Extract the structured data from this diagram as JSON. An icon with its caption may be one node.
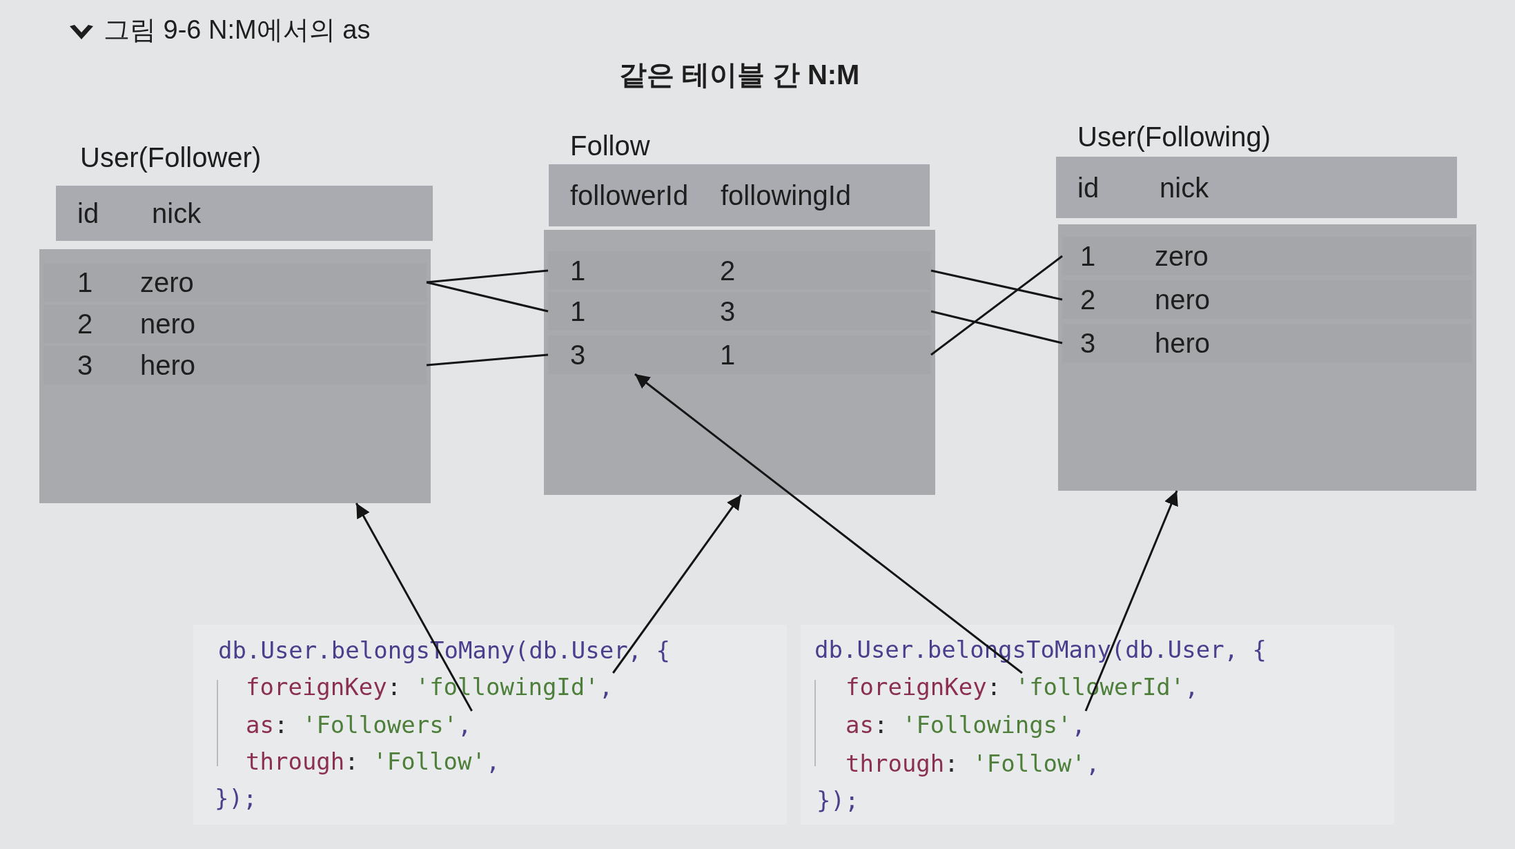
{
  "diagram": {
    "title": "그림 9-6 N:M에서의 as",
    "nodes": [
      {
        "text": [
          "User(Follower)",
          "id",
          "nick"
        ]
      },
      {
        "text": [],
        "shape": "box"
      },
      {
        "text": [
          "1",
          "zero"
        ],
        "in": 1
      },
      {
        "text": [
          "2",
          "nero"
        ],
        "in": 1
      },
      {
        "text": [
          "3",
          "hero"
        ],
        "in": 1
      },
      {
        "text": [
          "Follow",
          "followerId",
          "followingId"
        ]
      },
      {
        "text": [],
        "shape": "box"
      },
      {
        "text": [
          "1",
          "2"
        ],
        "in": 6
      },
      {
        "text": [
          "1",
          "3"
        ],
        "in": 6
      },
      {
        "text": [
          "3",
          "1"
        ],
        "in": 6
      },
      {
        "text": [
          "User(Following)",
          "id",
          "nick"
        ]
      },
      {
        "text": [],
        "shape": "box"
      },
      {
        "text": [
          "1",
          "zero"
        ],
        "in": 11
      },
      {
        "text": [
          "2",
          "nero"
        ],
        "in": 11
      },
      {
        "text": [
          "3",
          "hero"
        ],
        "in": 11
      },
      {
        "text": [],
        "shape": "box"
      },
      {
        "text": [
          "db.User.belongsToMany(db.User, {"
        ],
        "in": 15
      },
      {
        "text": [
          "foreignKey: 'followingId',"
        ],
        "in": 15
      },
      {
        "text": [
          "as: 'Followers',"
        ],
        "in": 15
      },
      {
        "text": [
          "through: 'Follow',"
        ],
        "in": 15
      },
      {
        "text": [
          "});"
        ],
        "in": 15
      },
      {
        "text": [],
        "shape": "box"
      },
      {
        "text": [
          "db.User.belongsToMany(db.User, {"
        ],
        "in": 21
      },
      {
        "text": [
          "foreignKey: 'followerId',"
        ],
        "in": 21
      },
      {
        "text": [
          "as: 'Followings',"
        ],
        "in": 21
      },
      {
        "text": [
          "through: 'Follow',"
        ],
        "in": 21
      },
      {
        "text": [
          "});"
        ],
        "in": 21
      }
    ],
    "edges": [
      {
        "from": 2,
        "to": 7,
        "arrow": "none"
      },
      {
        "from": 2,
        "to": 8,
        "arrow": "none"
      },
      {
        "from": 4,
        "to": 9,
        "arrow": "none"
      },
      {
        "from": 7,
        "to": 13,
        "arrow": "none"
      },
      {
        "from": 8,
        "to": 14,
        "arrow": "none"
      },
      {
        "from": 9,
        "to": 12,
        "arrow": "none"
      },
      {
        "from": 18,
        "to": 1,
        "arrow": "to"
      },
      {
        "from": 17,
        "to": 6,
        "arrow": "to"
      },
      {
        "from": 23,
        "to": 9,
        "arrow": "to"
      },
      {
        "from": 24,
        "to": 11,
        "arrow": "to"
      }
    ],
    "labels": [
      "같은 테이블 간 N:M"
    ]
  }
}
